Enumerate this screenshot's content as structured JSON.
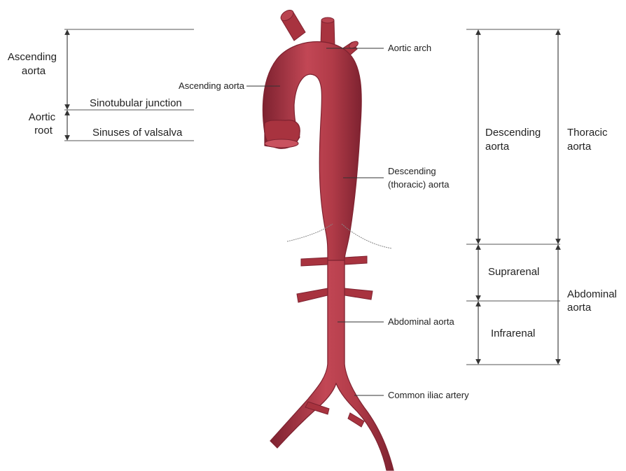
{
  "left_labels": {
    "ascending_aorta": [
      "Ascending",
      "aorta"
    ],
    "aortic_root": [
      "Aortic",
      "root"
    ],
    "sinotubular_junction": "Sinotubular junction",
    "sinuses_of_valsalva": "Sinuses of valsalva"
  },
  "callouts": {
    "ascending_aorta": "Ascending aorta",
    "aortic_arch": "Aortic arch",
    "descending_thoracic": [
      "Descending",
      "(thoracic) aorta"
    ],
    "abdominal_aorta": "Abdominal aorta",
    "common_iliac": "Common iliac artery"
  },
  "right_labels": {
    "descending_aorta": [
      "Descending",
      "aorta"
    ],
    "thoracic_aorta": [
      "Thoracic",
      "aorta"
    ],
    "suprarenal": "Suprarenal",
    "infrarenal": "Infrarenal",
    "abdominal_aorta": [
      "Abdominal",
      "aorta"
    ]
  },
  "colors": {
    "vessel": "#a8333f",
    "vessel_dark": "#7e2230",
    "vessel_light": "#cf5a66"
  }
}
